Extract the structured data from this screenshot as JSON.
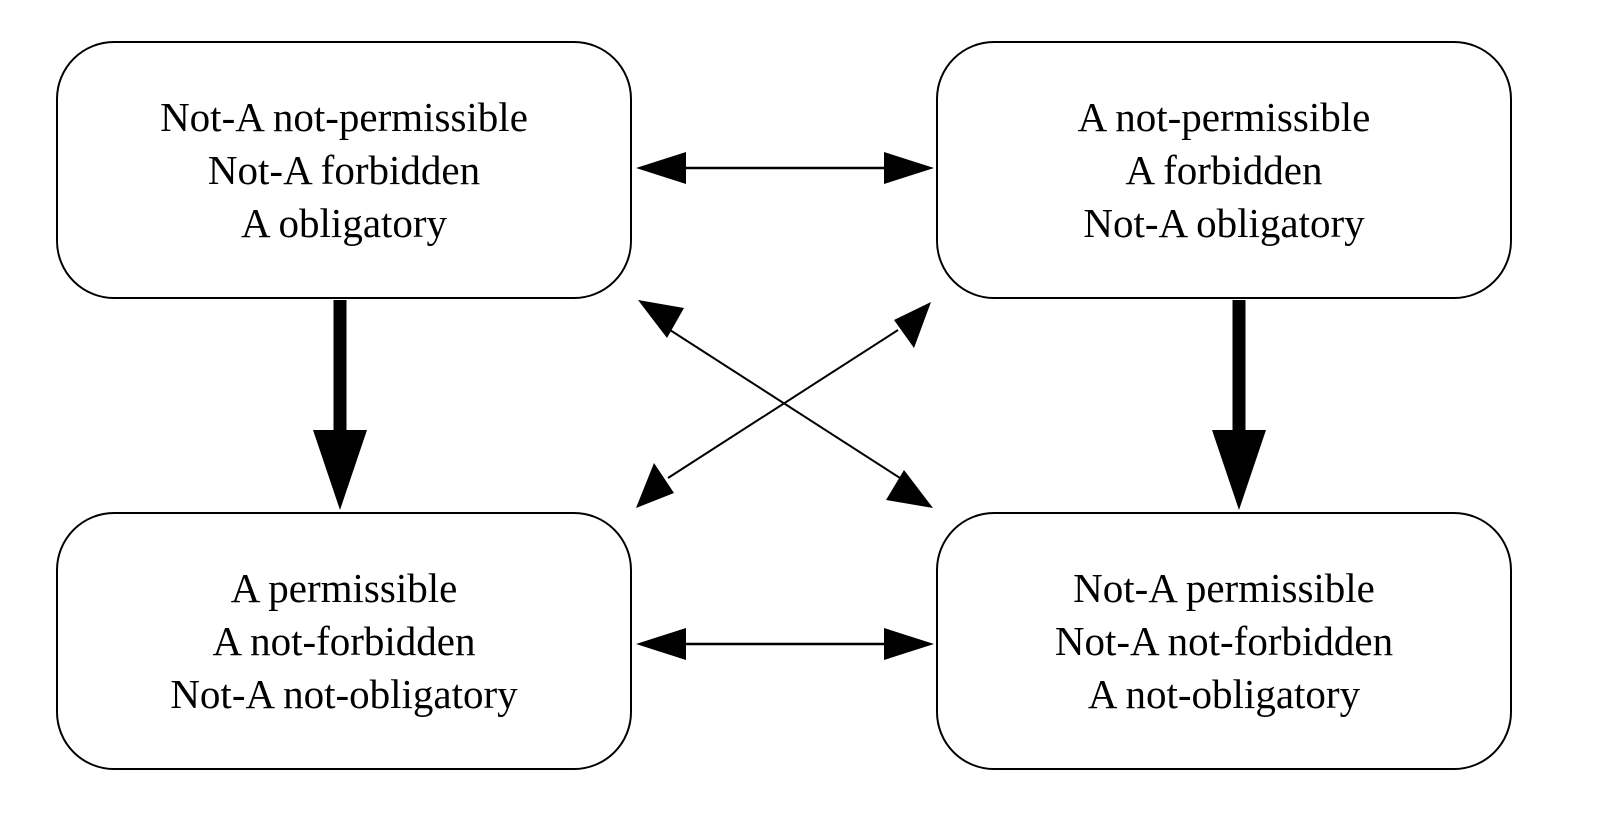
{
  "boxes": {
    "top_left": {
      "lines": [
        "Not-A not-permissible",
        "Not-A forbidden",
        "A obligatory"
      ]
    },
    "top_right": {
      "lines": [
        "A not-permissible",
        "A forbidden",
        "Not-A obligatory"
      ]
    },
    "bottom_left": {
      "lines": [
        "A permissible",
        "A not-forbidden",
        "Not-A not-obligatory"
      ]
    },
    "bottom_right": {
      "lines": [
        "Not-A permissible",
        "Not-A not-forbidden",
        "A not-obligatory"
      ]
    }
  },
  "colors": {
    "stroke": "#000000",
    "background": "#ffffff"
  }
}
